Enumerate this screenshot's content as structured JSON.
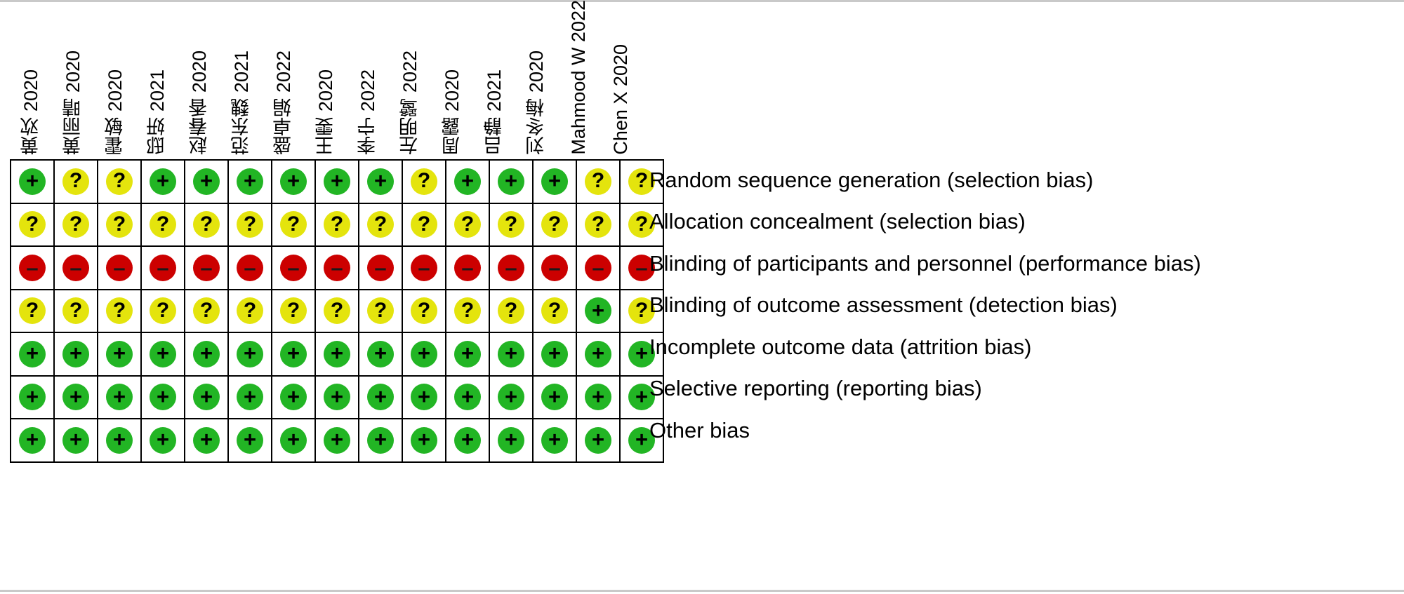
{
  "figure": {
    "type": "risk-of-bias-summary",
    "title": "Risk of bias summary",
    "n_studies": 15,
    "n_domains": 7
  },
  "legend": {
    "low_label": "+",
    "unclear_label": "?",
    "high_label": "–",
    "low_color": "#22b524",
    "unclear_color": "#e4e40d",
    "high_color": "#cc0000"
  },
  "columns": [
    {
      "study": "黄欢",
      "year": "2020",
      "label": "黄欢 2020"
    },
    {
      "study": "黄丽晴",
      "year": "2020",
      "label": "黄丽晴 2020"
    },
    {
      "study": "霍敏",
      "year": "2020",
      "label": "霍敏 2020"
    },
    {
      "study": "邸妍",
      "year": "2021",
      "label": "邸妍 2021"
    },
    {
      "study": "赵春香",
      "year": "2020",
      "label": "赵春香 2020"
    },
    {
      "study": "范东魏",
      "year": "2021",
      "label": "范东魏 2021"
    },
    {
      "study": "盛卓娟",
      "year": "2022",
      "label": "盛卓娟 2022"
    },
    {
      "study": "王雯",
      "year": "2020",
      "label": "王雯 2020"
    },
    {
      "study": "李宁",
      "year": "2022",
      "label": "李宁 2022"
    },
    {
      "study": "左明鹭",
      "year": "2022",
      "label": "左明鹭 2022"
    },
    {
      "study": "周露",
      "year": "2020",
      "label": "周露 2020"
    },
    {
      "study": "吕静",
      "year": "2021",
      "label": "吕静 2021"
    },
    {
      "study": "刘冬梅",
      "year": "2020",
      "label": "刘冬梅 2020"
    },
    {
      "study": "Mahmood W",
      "year": "2022",
      "label": "Mahmood W 2022"
    },
    {
      "study": "Chen X",
      "year": "2020",
      "label": "Chen X 2020"
    }
  ],
  "rows": [
    {
      "label": "Random sequence generation (selection bias)",
      "judgements": [
        "low",
        "unclear",
        "unclear",
        "low",
        "low",
        "low",
        "low",
        "low",
        "low",
        "unclear",
        "low",
        "low",
        "low",
        "unclear",
        "unclear"
      ]
    },
    {
      "label": "Allocation concealment (selection bias)",
      "judgements": [
        "unclear",
        "unclear",
        "unclear",
        "unclear",
        "unclear",
        "unclear",
        "unclear",
        "unclear",
        "unclear",
        "unclear",
        "unclear",
        "unclear",
        "unclear",
        "unclear",
        "unclear"
      ]
    },
    {
      "label": "Blinding of participants and personnel (performance bias)",
      "judgements": [
        "high",
        "high",
        "high",
        "high",
        "high",
        "high",
        "high",
        "high",
        "high",
        "high",
        "high",
        "high",
        "high",
        "high",
        "high"
      ]
    },
    {
      "label": "Blinding of outcome assessment (detection bias)",
      "judgements": [
        "unclear",
        "unclear",
        "unclear",
        "unclear",
        "unclear",
        "unclear",
        "unclear",
        "unclear",
        "unclear",
        "unclear",
        "unclear",
        "unclear",
        "unclear",
        "low",
        "unclear"
      ]
    },
    {
      "label": "Incomplete outcome data (attrition bias)",
      "judgements": [
        "low",
        "low",
        "low",
        "low",
        "low",
        "low",
        "low",
        "low",
        "low",
        "low",
        "low",
        "low",
        "low",
        "low",
        "low"
      ]
    },
    {
      "label": "Selective reporting (reporting bias)",
      "judgements": [
        "low",
        "low",
        "low",
        "low",
        "low",
        "low",
        "low",
        "low",
        "low",
        "low",
        "low",
        "low",
        "low",
        "low",
        "low"
      ]
    },
    {
      "label": "Other bias",
      "judgements": [
        "low",
        "low",
        "low",
        "low",
        "low",
        "low",
        "low",
        "low",
        "low",
        "low",
        "low",
        "low",
        "low",
        "low",
        "low"
      ]
    }
  ]
}
